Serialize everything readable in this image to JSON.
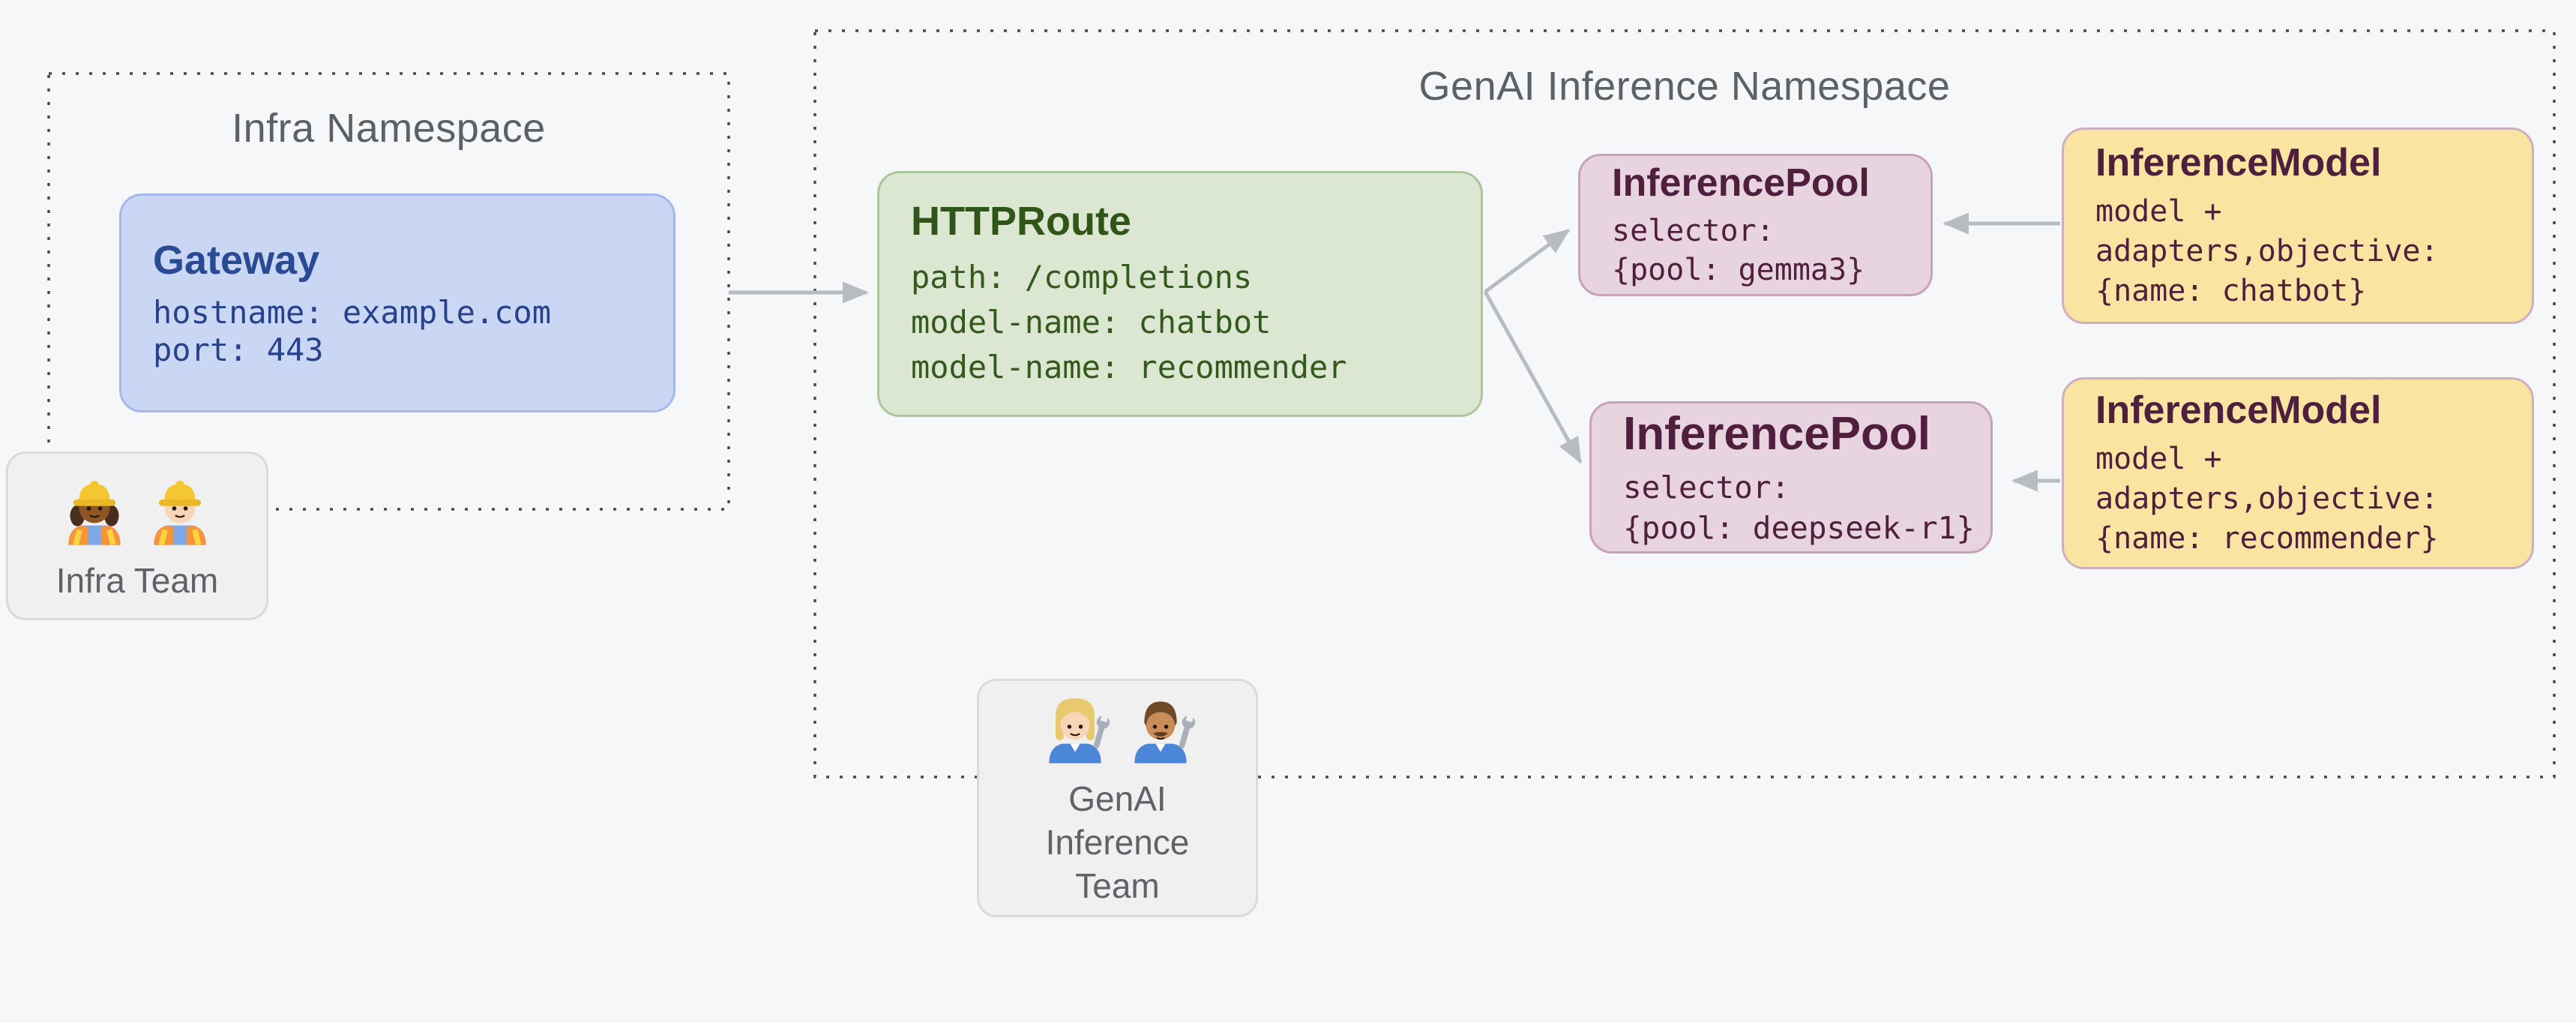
{
  "namespaces": {
    "infra": {
      "title": "Infra Namespace"
    },
    "genai": {
      "title": "GenAI Inference Namespace"
    }
  },
  "nodes": {
    "gateway": {
      "title": "Gateway",
      "lines": [
        "hostname: example.com",
        "port: 443"
      ]
    },
    "httproute": {
      "title": "HTTPRoute",
      "lines": [
        "path: /completions",
        "model-name: chatbot",
        "model-name: recommender"
      ]
    },
    "inferencepool_gemma3": {
      "title": "InferencePool",
      "lines": [
        "selector:",
        "{pool: gemma3}"
      ]
    },
    "inferencepool_deepseek": {
      "title": "InferencePool",
      "lines": [
        "selector:",
        "{pool: deepseek-r1}"
      ]
    },
    "inferencemodel_chatbot": {
      "title": "InferenceModel",
      "lines": [
        "model +",
        "adapters,objective:",
        "{name: chatbot}"
      ]
    },
    "inferencemodel_recommender": {
      "title": "InferenceModel",
      "lines": [
        "model +",
        "adapters,objective:",
        "{name: recommender}"
      ]
    }
  },
  "teams": {
    "infra": {
      "label": "Infra Team",
      "icons": [
        "woman-construction-worker",
        "man-construction-worker"
      ]
    },
    "genai": {
      "label": "GenAI Inference Team",
      "icons": [
        "woman-mechanic",
        "man-mechanic"
      ]
    }
  },
  "colors": {
    "background": "#f6f7f9",
    "namespace_border": "#46494d",
    "namespace_title": "#5c6166",
    "arrow": "#b7bcc2",
    "gateway_fill": "#cad7f4",
    "gateway_border": "#a4b8ea",
    "gateway_text": "#2b4a94",
    "httproute_fill": "#dbe7d1",
    "httproute_border": "#aec69e",
    "httproute_text": "#33591d",
    "inferencepool_fill": "#e7d4df",
    "inferencepool_border": "#c6a3ba",
    "inferencepool_text": "#4f1f3d",
    "inferencemodel_fill": "#fae4a1",
    "inferencemodel_border": "#cdafc2",
    "inferencemodel_text": "#4f1f3d",
    "team_fill": "#f0f0f1",
    "team_border": "#d9dadc",
    "team_text": "#5f6368"
  }
}
